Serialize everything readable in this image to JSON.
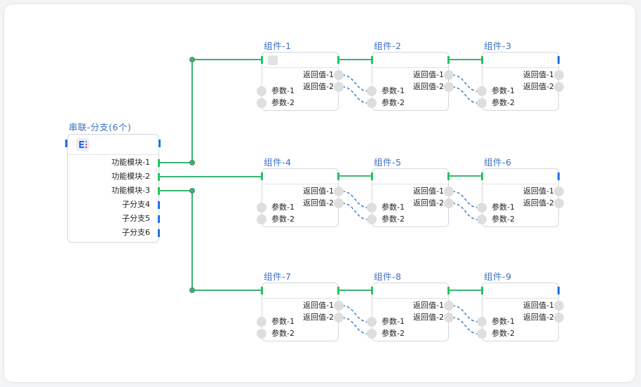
{
  "main_node": {
    "title": "串联-分支(6个)",
    "icon": "branch-list-icon",
    "outputs": [
      {
        "label": "功能模块-1",
        "connected": true
      },
      {
        "label": "功能模块-2",
        "connected": true
      },
      {
        "label": "功能模块-3",
        "connected": true
      },
      {
        "label": "子分支4",
        "connected": false
      },
      {
        "label": "子分支5",
        "connected": false
      },
      {
        "label": "子分支6",
        "connected": false
      }
    ]
  },
  "components": [
    {
      "title": "组件-1"
    },
    {
      "title": "组件-2"
    },
    {
      "title": "组件-3"
    },
    {
      "title": "组件-4"
    },
    {
      "title": "组件-5"
    },
    {
      "title": "组件-6"
    },
    {
      "title": "组件-7"
    },
    {
      "title": "组件-8"
    },
    {
      "title": "组件-9"
    }
  ],
  "port_labels": {
    "return_1": "返回值-1",
    "return_2": "返回值-2",
    "param_1": "参数-1",
    "param_2": "参数-2"
  },
  "colors": {
    "flow_line": "#3cb371",
    "flow_bar": "#22c55e",
    "open_port": "#1a73e8",
    "data_link": "#3b82c4",
    "title": "#3b6fc6"
  }
}
